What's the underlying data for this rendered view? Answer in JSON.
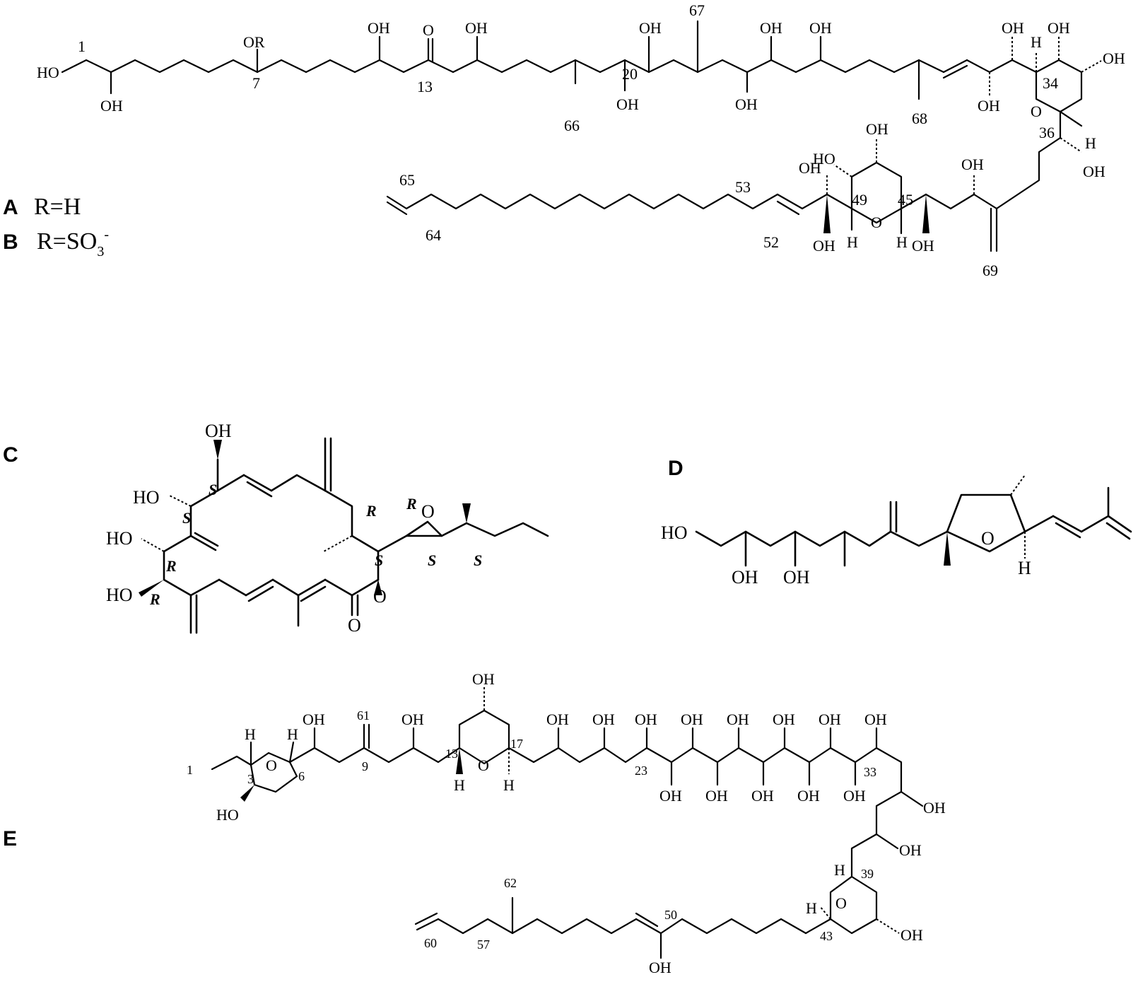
{
  "panels": [
    {
      "letter": "A",
      "legend": "R=H"
    },
    {
      "letter": "B",
      "legend": "R=SO",
      "legend_sub": "3",
      "legend_sup": "-"
    },
    {
      "letter": "C"
    },
    {
      "letter": "D"
    },
    {
      "letter": "E"
    }
  ],
  "structure_a": {
    "groups": {
      "or": "OR",
      "oh": "OH",
      "o": "O",
      "ho": "HO",
      "h": "H"
    },
    "numbers": [
      "1",
      "7",
      "13",
      "20",
      "66",
      "67",
      "68",
      "34",
      "36",
      "49",
      "45",
      "53",
      "52",
      "65",
      "64",
      "69"
    ]
  },
  "structure_c": {
    "groups": {
      "oh": "OH",
      "ho": "HO",
      "o": "O"
    },
    "stereo": [
      "S",
      "S",
      "R",
      "R",
      "R",
      "S",
      "R",
      "S",
      "S"
    ]
  },
  "structure_d": {
    "groups": {
      "ho": "HO",
      "oh": "OH",
      "o": "O",
      "h": "H"
    }
  },
  "structure_e": {
    "groups": {
      "oh": "OH",
      "ho": "HO",
      "o": "O",
      "h": "H"
    },
    "numbers": [
      "1",
      "3",
      "6",
      "61",
      "9",
      "13",
      "17",
      "23",
      "33",
      "39",
      "43",
      "50",
      "57",
      "60",
      "62"
    ]
  }
}
